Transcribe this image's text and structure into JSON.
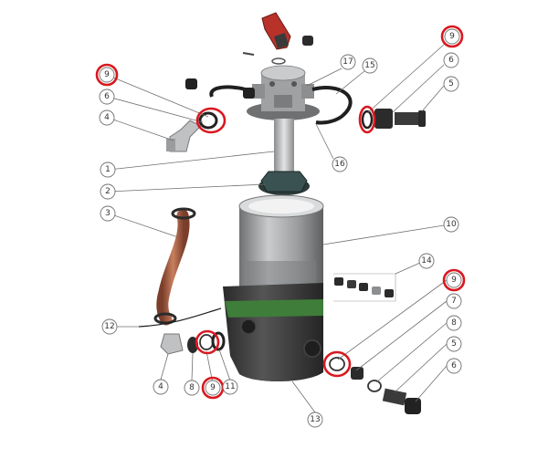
{
  "callouts": [
    {
      "id": "c9-a",
      "label": "9",
      "highlighted": true
    },
    {
      "id": "c6-a",
      "label": "6"
    },
    {
      "id": "c4-a",
      "label": "4"
    },
    {
      "id": "c1",
      "label": "1"
    },
    {
      "id": "c2",
      "label": "2"
    },
    {
      "id": "c3",
      "label": "3"
    },
    {
      "id": "c12",
      "label": "12"
    },
    {
      "id": "c4-b",
      "label": "4"
    },
    {
      "id": "c8-a",
      "label": "8"
    },
    {
      "id": "c9-b",
      "label": "9",
      "highlighted": true
    },
    {
      "id": "c11",
      "label": "11"
    },
    {
      "id": "c13",
      "label": "13"
    },
    {
      "id": "c17",
      "label": "17"
    },
    {
      "id": "c15",
      "label": "15"
    },
    {
      "id": "c16",
      "label": "16"
    },
    {
      "id": "c9-c",
      "label": "9",
      "highlighted": true
    },
    {
      "id": "c6-b",
      "label": "6"
    },
    {
      "id": "c5-a",
      "label": "5"
    },
    {
      "id": "c10",
      "label": "10"
    },
    {
      "id": "c14",
      "label": "14"
    },
    {
      "id": "c9-d",
      "label": "9",
      "highlighted": true
    },
    {
      "id": "c7",
      "label": "7"
    },
    {
      "id": "c8-b",
      "label": "8"
    },
    {
      "id": "c5-b",
      "label": "5"
    },
    {
      "id": "c6-c",
      "label": "6"
    }
  ],
  "colors": {
    "highlight": "#d9181f",
    "tank_gray": "#8c8e90",
    "base_dark": "#3a3a3a",
    "band_green": "#3f7d3a",
    "hose_copper": "#b0674b",
    "handle_red": "#b8322a"
  }
}
